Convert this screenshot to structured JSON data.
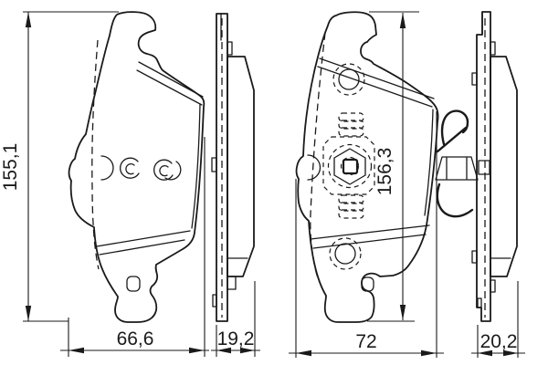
{
  "drawing": {
    "background_color": "#ffffff",
    "line_color": "#1a1a1a",
    "views": {
      "pad1_front": {
        "height_label": "155,1",
        "width_label": "66,6"
      },
      "pad1_side": {
        "thickness_label": "19,2"
      },
      "pad2_front": {
        "height_label": "156,3",
        "width_label": "72"
      },
      "pad2_side": {
        "thickness_label": "20,2"
      }
    }
  }
}
